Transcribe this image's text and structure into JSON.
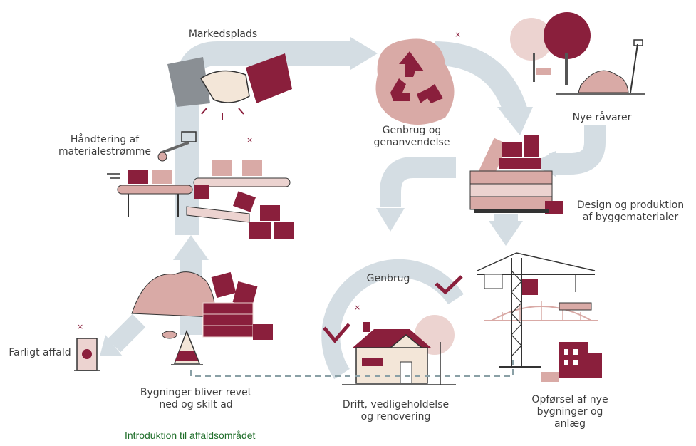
{
  "labels": {
    "markedsplads": "Markedsplads",
    "haandtering": "Håndtering af\nmaterialestrømme",
    "genbrug_genanvendelse": "Genbrug og\ngenanvendelse",
    "nye_raavarer": "Nye råvarer",
    "design_produktion": "Design og produktion\naf byggematerialer",
    "genbrug": "Genbrug",
    "opfoersel": "Opførsel af nye\nbygninger og anlæg",
    "drift": "Drift, vedligeholdelse\nog renovering",
    "bygninger_revet": "Bygninger bliver revet\nned og skilt ad",
    "farligt_affald": "Farligt affald"
  },
  "caption": "Introduktion til affaldsområdet",
  "colors": {
    "flow": "#d4dde3",
    "maroon": "#8a1f3c",
    "dark_maroon": "#6e1630",
    "pink": "#d9aaa6",
    "light_pink": "#ecd3d0",
    "line": "#333333"
  }
}
